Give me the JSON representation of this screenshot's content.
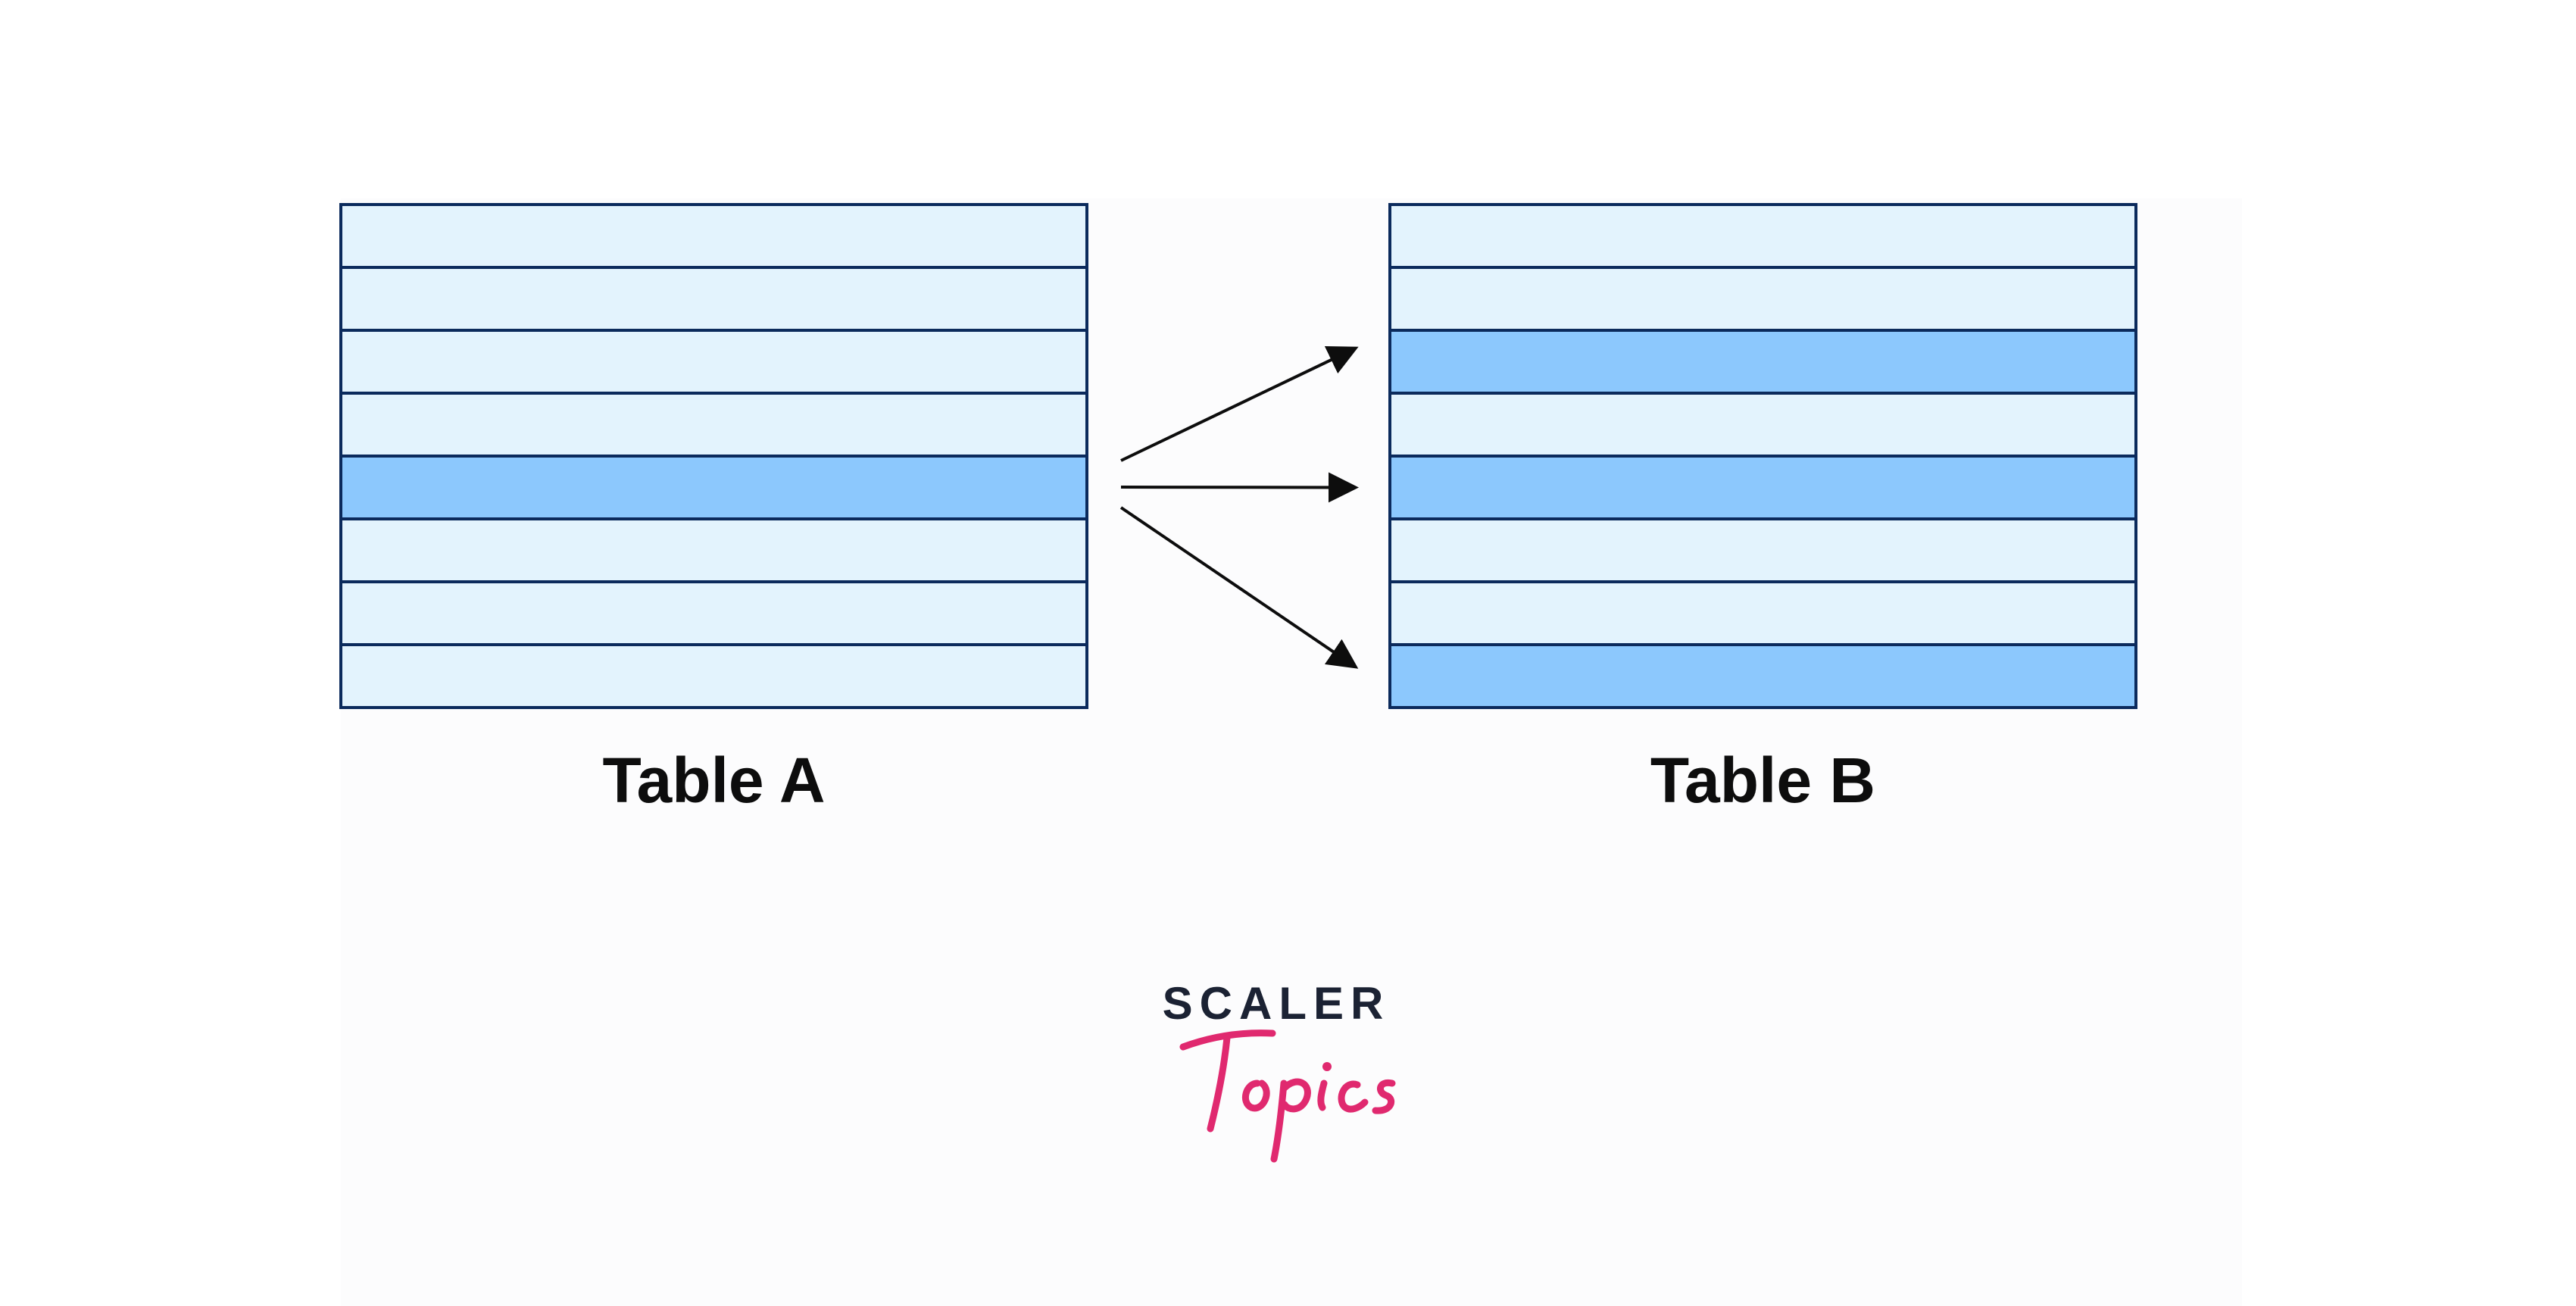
{
  "tables": [
    {
      "id": "table-a",
      "label": "Table A",
      "rows": [
        {
          "highlighted": false
        },
        {
          "highlighted": false
        },
        {
          "highlighted": false
        },
        {
          "highlighted": false
        },
        {
          "highlighted": true
        },
        {
          "highlighted": false
        },
        {
          "highlighted": false
        },
        {
          "highlighted": false
        }
      ]
    },
    {
      "id": "table-b",
      "label": "Table B",
      "rows": [
        {
          "highlighted": false
        },
        {
          "highlighted": false
        },
        {
          "highlighted": true
        },
        {
          "highlighted": false
        },
        {
          "highlighted": true
        },
        {
          "highlighted": false
        },
        {
          "highlighted": false
        },
        {
          "highlighted": true
        }
      ]
    }
  ],
  "arrows": [
    {
      "from": "table-a",
      "to_row_of_table_b": 2
    },
    {
      "from": "table-a",
      "to_row_of_table_b": 4
    },
    {
      "from": "table-a",
      "to_row_of_table_b": 7
    }
  ],
  "colors": {
    "row_fill": "#e3f3fd",
    "row_highlight": "#8cc8fd",
    "row_border": "#0b2a5c",
    "arrow": "#0d0d0d",
    "logo_text": "#1b2233",
    "logo_script": "#e0296f"
  },
  "logo": {
    "wordmark": "SCALER",
    "script": "Topics"
  }
}
